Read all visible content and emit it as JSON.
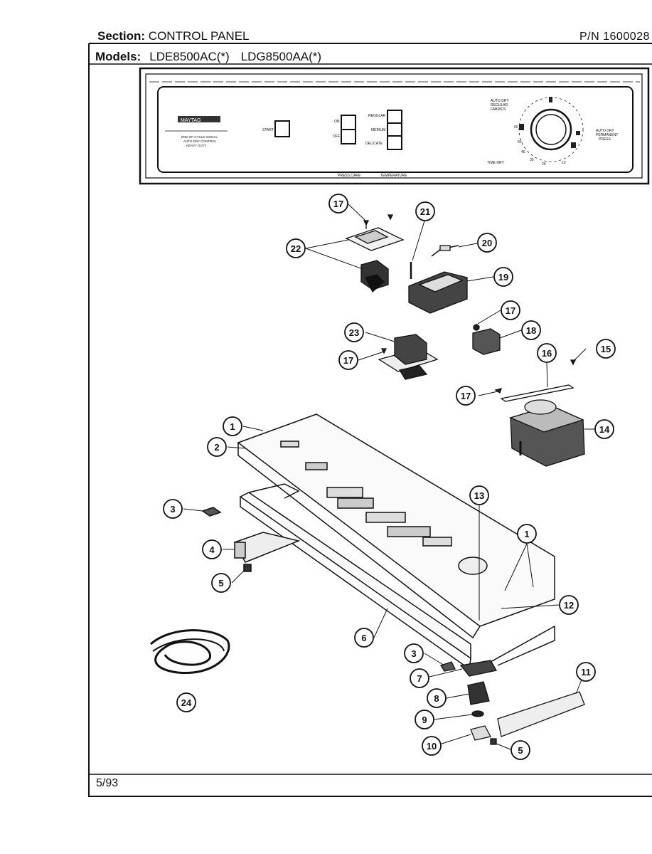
{
  "header": {
    "section_label": "Section:",
    "section_value": "CONTROL PANEL",
    "pn_label": "P/N",
    "pn_value": "1600028",
    "models_label": "Models:",
    "model_1": "LDE8500AC(*)",
    "model_2": "LDG8500AA(*)"
  },
  "panel": {
    "brand": "MAYTAG",
    "start_label": "START",
    "left_text": [
      "END OF CYCLE SIGNAL",
      "AUTO DRY CONTROL",
      "HEAVY DUTY"
    ],
    "switch_labels_left": [
      "ON",
      "OFF"
    ],
    "switch_labels_right": [
      "REGULAR",
      "MEDIUM",
      "DELICATE"
    ],
    "dial_top_left": [
      "AUTO DRY",
      "REGULAR",
      "FABRICS"
    ],
    "dial_right": [
      "AUTO DRY",
      "PERMANENT",
      "PRESS"
    ],
    "dial_numbers": [
      "60",
      "50",
      "40",
      "30",
      "20",
      "10"
    ],
    "dial_bottom_label": "TIME DRY",
    "bottom_labels": [
      "PRESS CARE",
      "TEMPERATURE"
    ]
  },
  "callouts": [
    "1",
    "2",
    "3",
    "4",
    "5",
    "6",
    "7",
    "8",
    "9",
    "10",
    "11",
    "12",
    "13",
    "14",
    "15",
    "16",
    "17",
    "18",
    "19",
    "20",
    "21",
    "22",
    "23",
    "24"
  ],
  "footer": {
    "date": "5/93"
  }
}
